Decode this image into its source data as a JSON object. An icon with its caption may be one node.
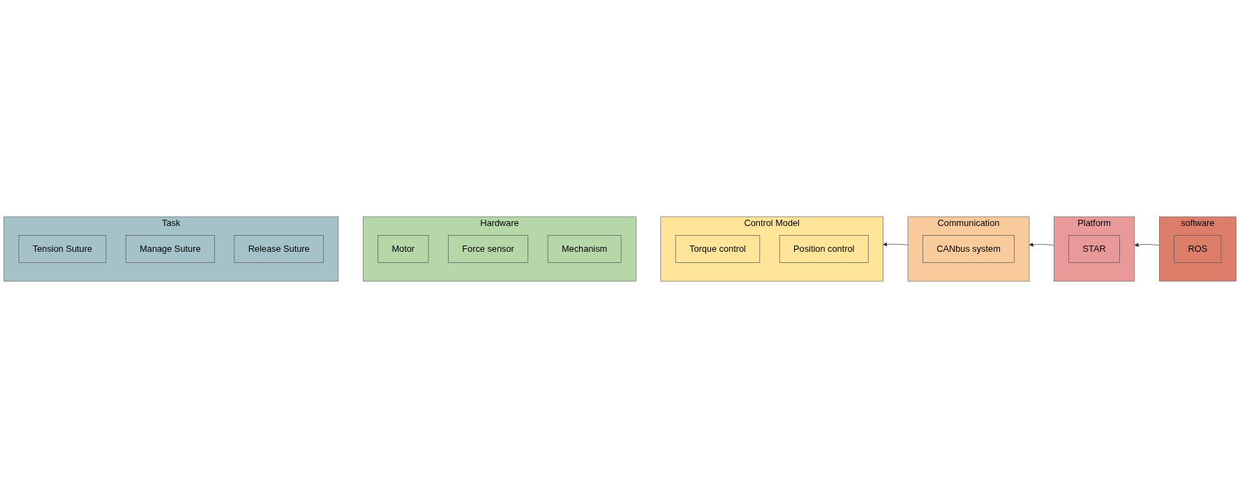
{
  "diagram": {
    "nodes": [
      {
        "text": [
          "Task"
        ]
      },
      {
        "text": [
          "Tension Suture"
        ],
        "in": 0
      },
      {
        "text": [
          "Manage Suture"
        ],
        "in": 0
      },
      {
        "text": [
          "Release Suture"
        ],
        "in": 0
      },
      {
        "text": [
          "Hardware"
        ]
      },
      {
        "text": [
          "Motor"
        ],
        "in": 4
      },
      {
        "text": [
          "Force sensor"
        ],
        "in": 4
      },
      {
        "text": [
          "Mechanism"
        ],
        "in": 4
      },
      {
        "text": [
          "Control Model"
        ]
      },
      {
        "text": [
          "Torque control"
        ],
        "in": 8
      },
      {
        "text": [
          "Position control"
        ],
        "in": 8
      },
      {
        "text": [
          "Communication"
        ]
      },
      {
        "text": [
          "CANbus system"
        ],
        "in": 11
      },
      {
        "text": [
          "Platform"
        ]
      },
      {
        "text": [
          "STAR"
        ],
        "in": 13
      },
      {
        "text": [
          "software"
        ]
      },
      {
        "text": [
          "ROS"
        ],
        "in": 15
      }
    ],
    "edges": [
      {
        "from": 15,
        "to": 13,
        "arrow": "to"
      },
      {
        "from": 13,
        "to": 11,
        "arrow": "to"
      },
      {
        "from": 11,
        "to": 8,
        "arrow": "to"
      }
    ]
  }
}
